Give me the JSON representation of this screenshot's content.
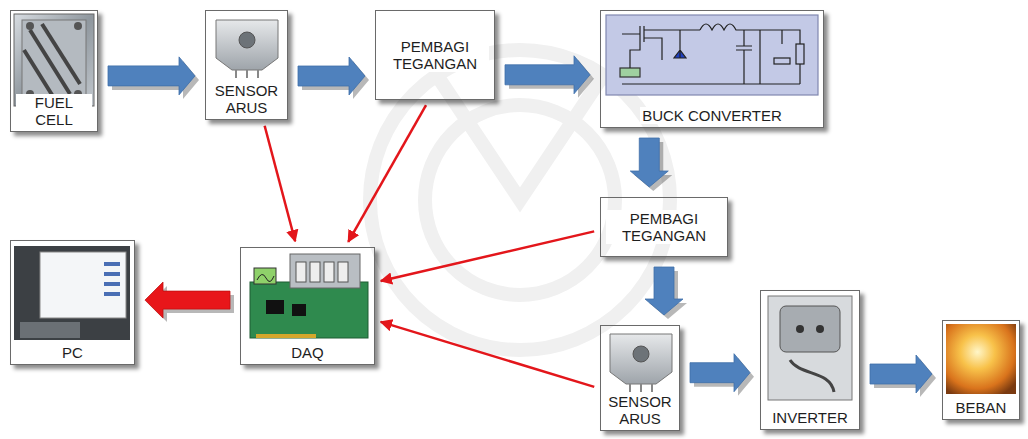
{
  "diagram": {
    "nodes": [
      {
        "text": [
          "FUEL CELL"
        ]
      },
      {
        "text": [
          "SENSOR ARUS"
        ]
      },
      {
        "text": [
          "PEMBAGI TEGANGAN"
        ]
      },
      {
        "text": [
          "BUCK CONVERTER"
        ]
      },
      {
        "text": [
          "PEMBAGI TEGANGAN"
        ]
      },
      {
        "text": [
          "PC"
        ]
      },
      {
        "text": [
          "DAQ"
        ]
      },
      {
        "text": [
          "SENSOR ARUS"
        ]
      },
      {
        "text": [
          "INVERTER"
        ]
      },
      {
        "text": [
          "BEBAN"
        ]
      }
    ],
    "edges": [
      {
        "from": 0,
        "to": 1,
        "arrow": "to"
      },
      {
        "from": 1,
        "to": 2,
        "arrow": "to"
      },
      {
        "from": 2,
        "to": 3,
        "arrow": "to"
      },
      {
        "from": 3,
        "to": 4,
        "arrow": "to"
      },
      {
        "from": 4,
        "to": 7,
        "arrow": "to"
      },
      {
        "from": 7,
        "to": 8,
        "arrow": "to"
      },
      {
        "from": 8,
        "to": 9,
        "arrow": "to"
      },
      {
        "from": 1,
        "to": 6,
        "arrow": "to"
      },
      {
        "from": 2,
        "to": 6,
        "arrow": "to"
      },
      {
        "from": 4,
        "to": 6,
        "arrow": "to"
      },
      {
        "from": 7,
        "to": 6,
        "arrow": "to"
      },
      {
        "from": 6,
        "to": 5,
        "arrow": "to"
      }
    ]
  }
}
